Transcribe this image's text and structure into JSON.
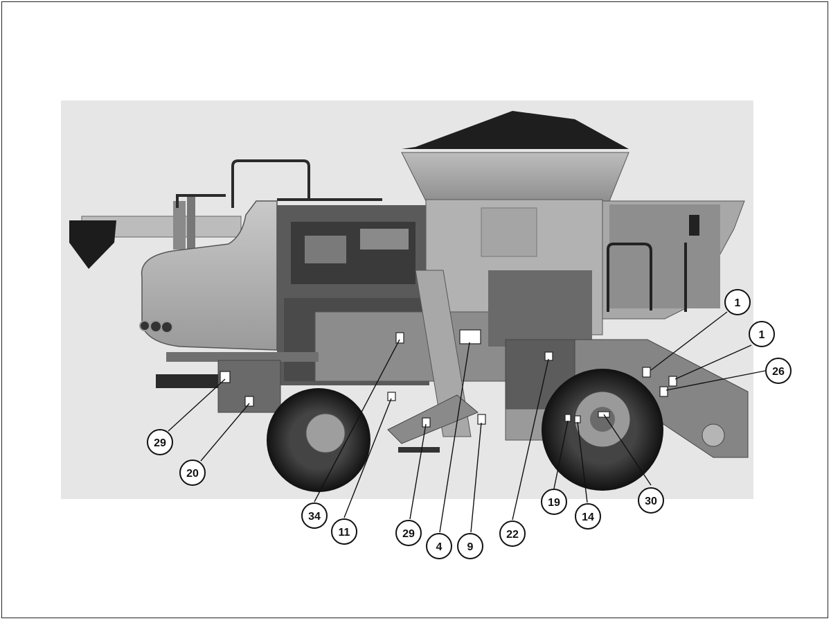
{
  "diagram": {
    "callouts": [
      "1",
      "1",
      "26",
      "29",
      "20",
      "34",
      "11",
      "29",
      "4",
      "9",
      "22",
      "19",
      "14",
      "30"
    ]
  }
}
